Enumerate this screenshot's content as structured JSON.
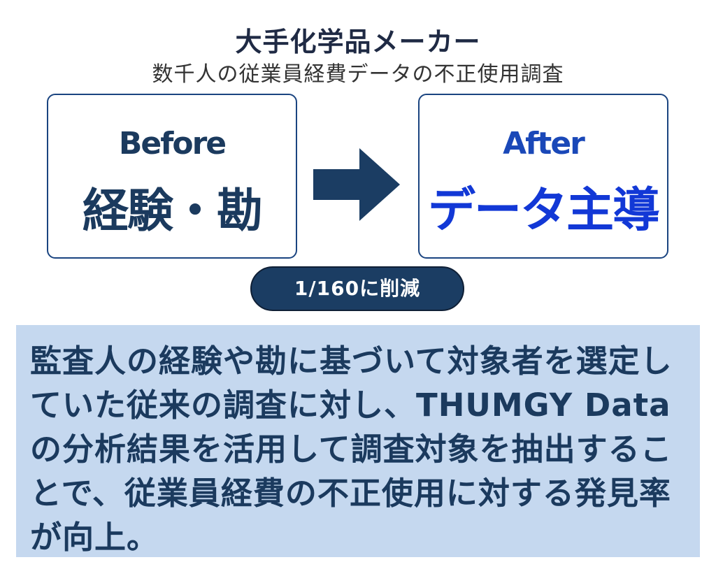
{
  "header": {
    "title": "大手化学品メーカー",
    "subtitle": "数千人の従業員経費データの不正使用調査"
  },
  "before": {
    "label": "Before",
    "main": "経験・勘"
  },
  "after": {
    "label": "After",
    "main": "データ主導"
  },
  "reduction": {
    "label": "1/160に削減"
  },
  "summary": {
    "text": "監査人の経験や勘に基づいて対象者を選定していた従来の調査に対し、THUMGY Dataの分析結果を活用して調査対象を抽出することで、従業員経費の不正使用に対する発見率が向上。"
  },
  "colors": {
    "navy": "#1b3a5e",
    "blue_accent": "#1238d6",
    "pill_bg": "#1b3d63",
    "summary_bg": "#c5d8ef"
  },
  "icons": {
    "arrow": "right-arrow-icon"
  }
}
